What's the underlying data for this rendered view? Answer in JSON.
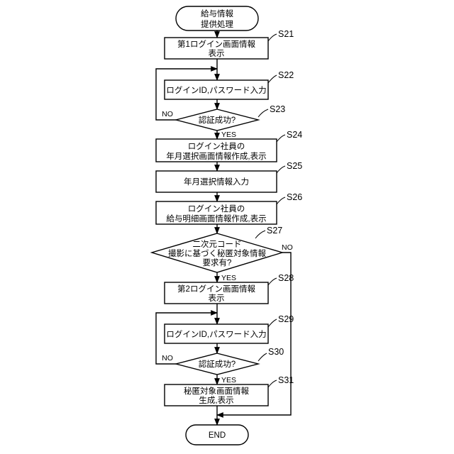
{
  "start": {
    "line1": "給与情報",
    "line2": "提供処理"
  },
  "steps": {
    "s21": {
      "label": "S21",
      "line1": "第1ログイン画面情報",
      "line2": "表示"
    },
    "s22": {
      "label": "S22",
      "text": "ログインID,パスワード入力"
    },
    "s23": {
      "label": "S23",
      "text": "認証成功?"
    },
    "s24": {
      "label": "S24",
      "line1": "ログイン社員の",
      "line2": "年月選択画面情報作成,表示"
    },
    "s25": {
      "label": "S25",
      "text": "年月選択情報入力"
    },
    "s26": {
      "label": "S26",
      "line1": "ログイン社員の",
      "line2": "給与明細画面情報作成,表示"
    },
    "s27": {
      "label": "S27",
      "line1": "二次元コード",
      "line2": "撮影に基づく秘匿対象情報",
      "line3": "要求有?"
    },
    "s28": {
      "label": "S28",
      "line1": "第2ログイン画面情報",
      "line2": "表示"
    },
    "s29": {
      "label": "S29",
      "text": "ログインID,パスワード入力"
    },
    "s30": {
      "label": "S30",
      "text": "認証成功?"
    },
    "s31": {
      "label": "S31",
      "line1": "秘匿対象画面情報",
      "line2": "生成,表示"
    }
  },
  "branches": {
    "yes": "YES",
    "no": "NO"
  },
  "end": {
    "text": "END"
  }
}
